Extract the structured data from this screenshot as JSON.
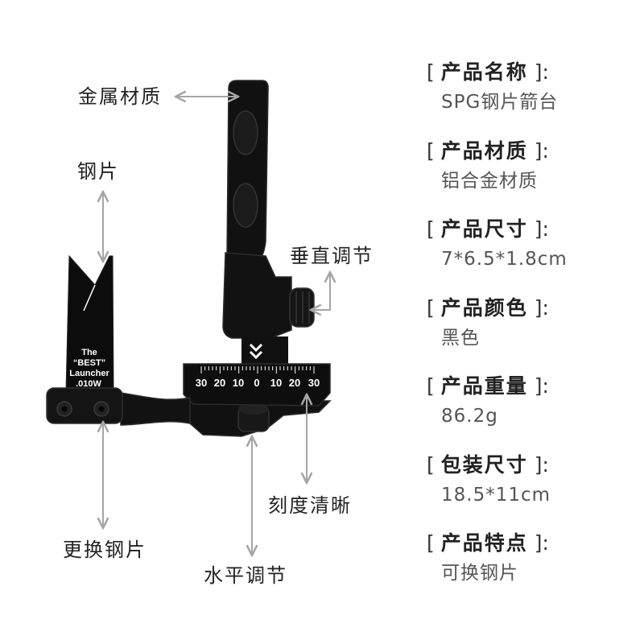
{
  "annotations": {
    "metal": "金属材质",
    "blade": "钢片",
    "vertical_adjust": "垂直调节",
    "replace_blade": "更换钢片",
    "horizontal_adjust": "水平调节",
    "clear_scale": "刻度清晰"
  },
  "product": {
    "blade_text": [
      "The",
      "“BEST”",
      "Launcher",
      ".010W"
    ],
    "scale_labels": [
      "30",
      "20",
      "10",
      "0",
      "10",
      "20",
      "30"
    ]
  },
  "spec_brackets": {
    "open": "[",
    "close": "]:"
  },
  "specs": [
    {
      "label": "产品名称",
      "value": "SPG钢片箭台"
    },
    {
      "label": "产品材质",
      "value": "铝合金材质"
    },
    {
      "label": "产品尺寸",
      "value": "7*6.5*1.8cm"
    },
    {
      "label": "产品颜色",
      "value": "黑色"
    },
    {
      "label": "产品重量",
      "value": "86.2g"
    },
    {
      "label": "包装尺寸",
      "value": "18.5*11cm"
    },
    {
      "label": "产品特点",
      "value": "可换钢片"
    }
  ],
  "colors": {
    "background": "#ffffff",
    "product": "#111111",
    "arrow": "#a6a6a6",
    "label_text": "#222222",
    "value_text": "#555555"
  }
}
